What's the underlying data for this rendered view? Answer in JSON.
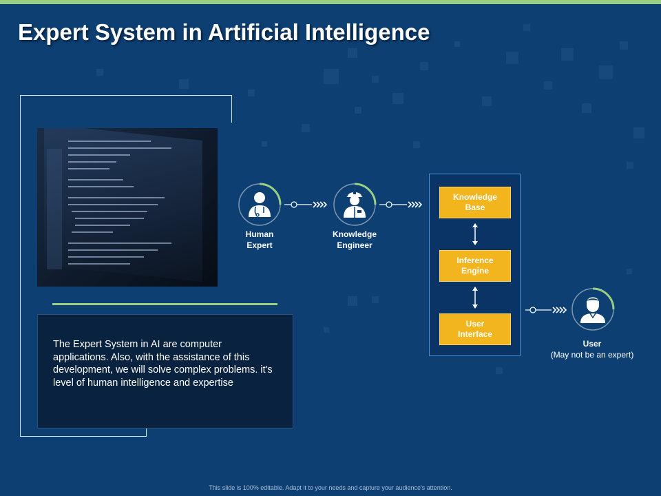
{
  "slide": {
    "title": "Expert System in Artificial Intelligence",
    "description": "The Expert System in AI are computer applications. Also, with the assistance of this development, we will solve complex problems. it's level of human intelligence and expertise",
    "footer": "This slide is 100% editable. Adapt it to your needs and capture your audience's attention."
  },
  "flow": {
    "human_expert": {
      "line1": "Human",
      "line2": "Expert",
      "icon": "doctor-icon"
    },
    "knowledge_engineer": {
      "line1": "Knowledge",
      "line2": "Engineer",
      "icon": "engineer-icon"
    },
    "components": [
      {
        "line1": "Knowledge",
        "line2": "Base"
      },
      {
        "line1": "Inference",
        "line2": "Engine"
      },
      {
        "line1": "User",
        "line2": "Interface"
      }
    ],
    "user": {
      "line1": "User",
      "line2": "(May not be an expert)",
      "icon": "user-icon"
    }
  },
  "colors": {
    "background": "#0d3f73",
    "accent_green": "#9ccf86",
    "box_yellow": "#f2b51d",
    "dark_box": "#08223f"
  }
}
